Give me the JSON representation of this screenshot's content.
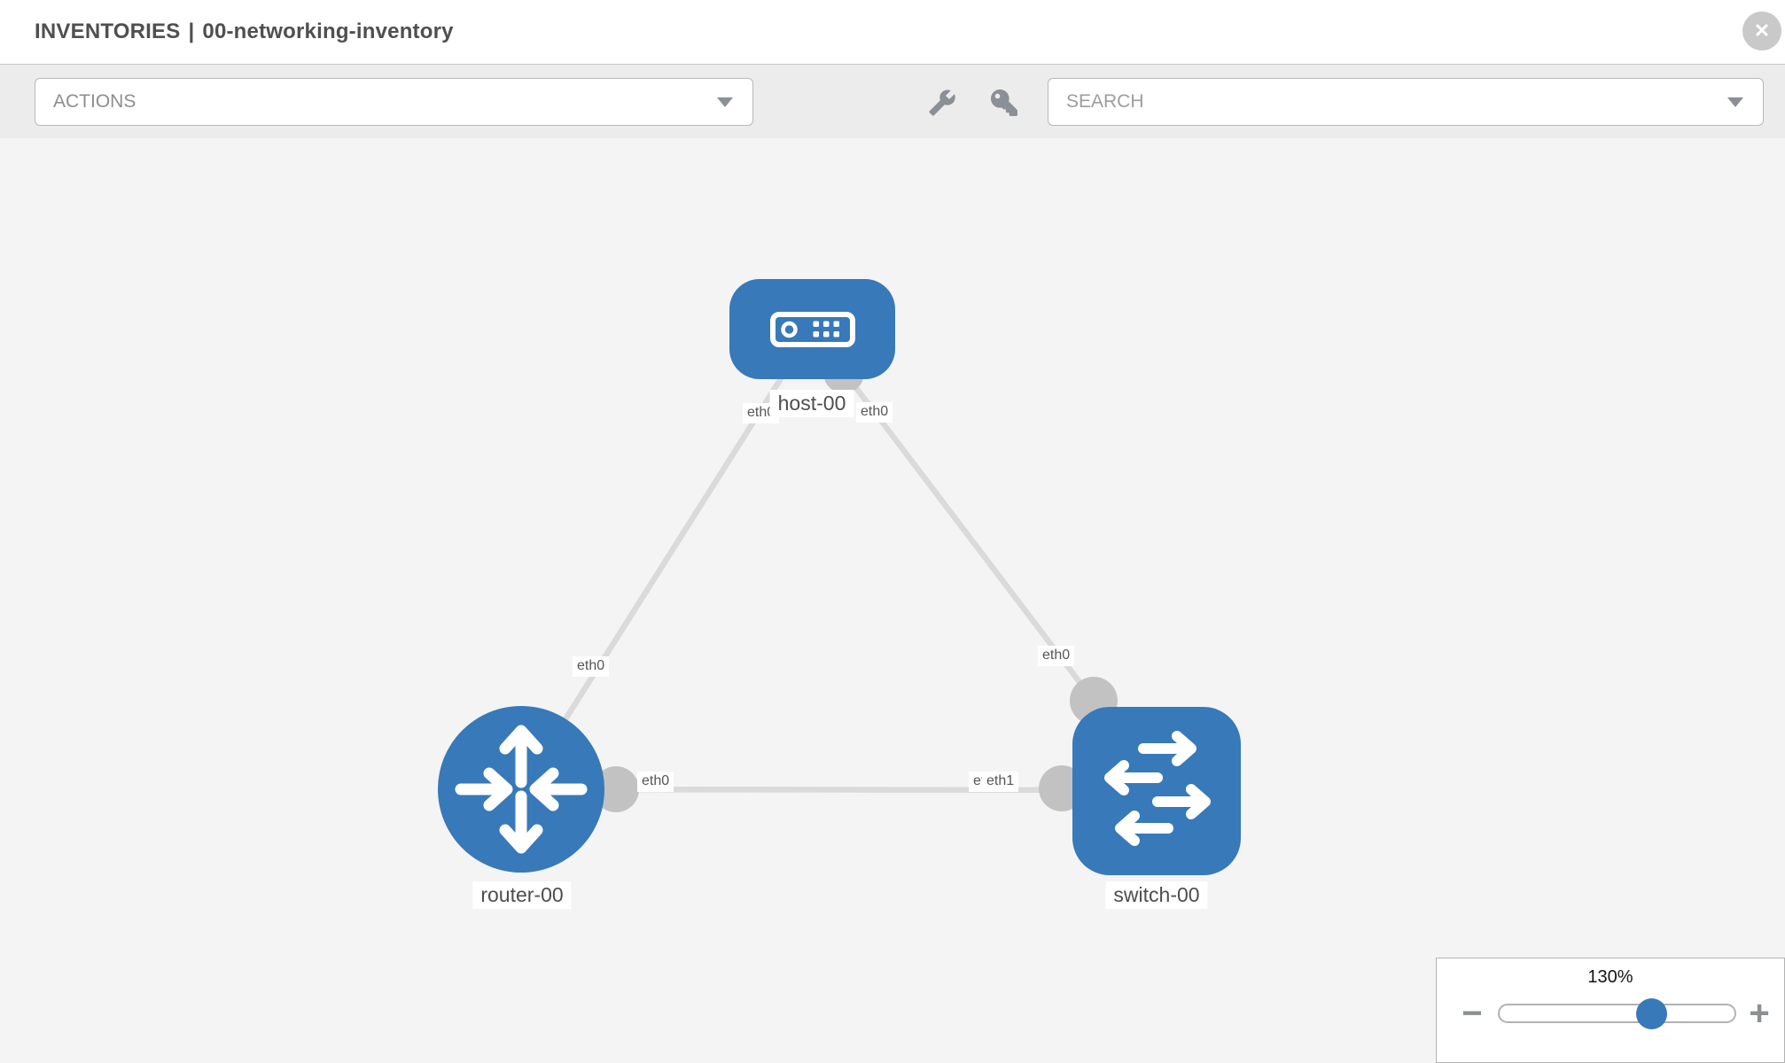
{
  "header": {
    "section": "INVENTORIES",
    "separator": "|",
    "inventory_name": "00-networking-inventory"
  },
  "toolbar": {
    "actions_placeholder": "ACTIONS",
    "search_placeholder": "SEARCH",
    "tool_icons": [
      "wrench",
      "key"
    ]
  },
  "glyphs": {
    "close": "✕",
    "minus": "−",
    "plus": "+"
  },
  "topology": {
    "nodes": [
      {
        "label": "host-00",
        "type": "host",
        "icon": "host-device"
      },
      {
        "label": "router-00",
        "type": "router",
        "icon": "router-arrows"
      },
      {
        "label": "switch-00",
        "type": "switch",
        "icon": "switch-arrows"
      }
    ],
    "links": [
      {
        "from": "host-00",
        "from_iface": "eth0",
        "to": "router-00",
        "to_iface": "eth0"
      },
      {
        "from": "host-00",
        "from_iface": "eth0",
        "to": "switch-00",
        "to_iface": "eth0"
      },
      {
        "from": "router-00",
        "from_iface": "eth0",
        "to": "switch-00",
        "to_iface": "eth1"
      }
    ],
    "iface_labels": {
      "host_left": "eth0",
      "host_right": "eth0",
      "router_top": "eth0",
      "router_right": "eth0",
      "switch_top": "eth0",
      "switch_left_back": "eth0",
      "switch_left_front": "eth1"
    }
  },
  "zoom_control": {
    "value": "130%",
    "slider_position_pct": 65
  },
  "colors": {
    "node_blue": "#3879b9",
    "link_gray": "#dadada",
    "dot_gray": "#c2c2c2",
    "toolbar_bg": "#ececec",
    "canvas_bg": "#f4f4f4"
  }
}
